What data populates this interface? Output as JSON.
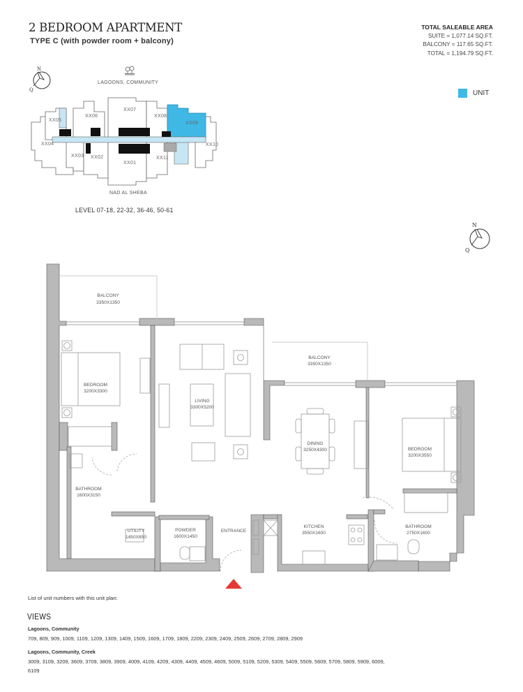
{
  "header": {
    "title": "2 BEDROOM APARTMENT",
    "subtitle": "TYPE C (with powder room + balcony)"
  },
  "area": {
    "heading": "TOTAL SALEABLE AREA",
    "suite": "SUITE = 1,077.14 SQ.FT.",
    "balcony": "BALCONY = 117.65 SQ.FT.",
    "total": "TOTAL = 1,194.79 SQ.FT."
  },
  "legend": {
    "label": "UNIT",
    "color": "#3fb8e6"
  },
  "compass": {
    "north": "N",
    "other": "Q"
  },
  "keyplan": {
    "top_label": "LAGOONS, COMMUNITY",
    "bottom_label": "NAD AL SHEBA",
    "levels": "LEVEL 07-18, 22-32, 36-46, 50-61",
    "units": [
      "XX01",
      "XX02",
      "XX03",
      "XX04",
      "XX05",
      "XX06",
      "XX07",
      "XX08",
      "XX09",
      "XX10",
      "XX11"
    ],
    "highlight_unit": "XX09",
    "colors": {
      "unit": "#3fb8e6",
      "corridor": "#c6e6f4",
      "core": "#111111"
    }
  },
  "rooms": {
    "balcony_1": {
      "name": "BALCONY",
      "dim": "3350X1350"
    },
    "bedroom_1": {
      "name": "BEDROOM",
      "dim": "3200X3300"
    },
    "living": {
      "name": "LIVING",
      "dim": "3300X5200"
    },
    "balcony_2": {
      "name": "BALCONY",
      "dim": "3350X1350"
    },
    "dining": {
      "name": "DINING",
      "dim": "3250X4300"
    },
    "bedroom_2": {
      "name": "BEDROOM",
      "dim": "3200X3550"
    },
    "bathroom_1": {
      "name": "BATHROOM",
      "dim": "1600X3150"
    },
    "utility": {
      "name": "UTILITY",
      "dim": "1450X850"
    },
    "powder": {
      "name": "POWDER",
      "dim": "1600X1450"
    },
    "entrance": {
      "name": "ENTRANCE"
    },
    "kitchen": {
      "name": "KITCHEN",
      "dim": "3550X1600"
    },
    "bathroom_2": {
      "name": "BATHROOM",
      "dim": "2750X1600"
    }
  },
  "plan_colors": {
    "wall": "#b9b9b9",
    "wall_stroke": "#555555",
    "entrance_marker": "#e53935"
  },
  "units_list": {
    "intro": "List of unit numbers with this unit plan:",
    "heading": "VIEWS",
    "views": [
      {
        "name": "Lagoons, Community",
        "units": "709, 809, 909, 1009, 1109, 1209, 1309, 1409, 1509, 1609, 1709, 1809, 2209, 2309, 2409, 2509, 2609, 2709, 2809, 2909"
      },
      {
        "name": "Lagoons, Community, Creek",
        "units": "3009, 3109, 3209, 3609, 3709, 3809, 3909, 4009, 4109, 4209, 4309, 4409, 4509, 4609, 5009, 5109, 5209, 5309, 5409, 5509, 5609, 5709, 5809, 5909, 6009, 6109"
      }
    ]
  }
}
